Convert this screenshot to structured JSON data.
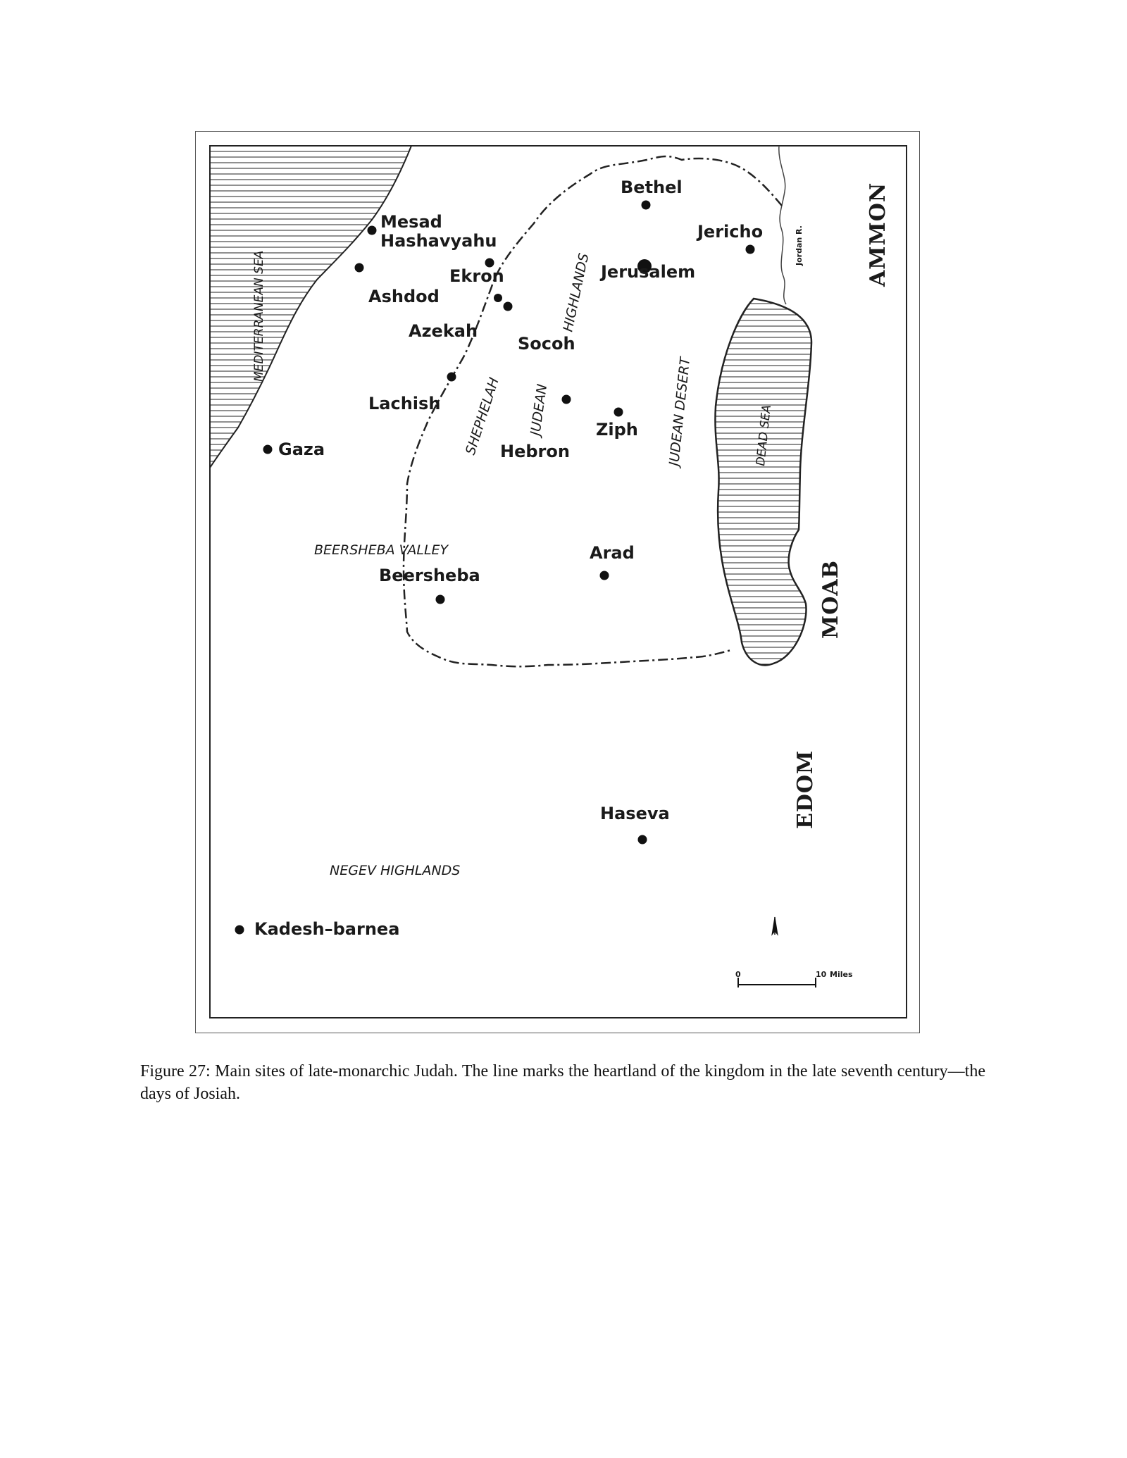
{
  "map": {
    "sites": {
      "mesad": "Mesad",
      "hashavyahu": "Hashavyahu",
      "ekron": "Ekron",
      "ashdod": "Ashdod",
      "azekah": "Azekah",
      "socoh": "Socoh",
      "lachish": "Lachish",
      "gaza": "Gaza",
      "bethel": "Bethel",
      "jericho": "Jericho",
      "jerusalem": "Jerusalem",
      "hebron": "Hebron",
      "ziph": "Ziph",
      "arad": "Arad",
      "beersheba": "Beersheba",
      "haseva": "Haseva",
      "kadesh_barnea": "Kadesh–barnea"
    },
    "regions": {
      "mediterranean_sea": "MEDITERRANEAN SEA",
      "shephelah": "SHEPHELAH",
      "judean": "JUDEAN",
      "highlands": "HIGHLANDS",
      "judean_desert": "JUDEAN DESERT",
      "dead_sea": "DEAD SEA",
      "jordan_river": "Jordan R.",
      "beersheba_valley": "BEERSHEBA VALLEY",
      "negev_highlands": "NEGEV HIGHLANDS"
    },
    "nations": {
      "ammon": "AMMON",
      "moab": "MOAB",
      "edom": "EDOM"
    },
    "scale_bar": {
      "start": "0",
      "end": "10",
      "unit": "Miles"
    }
  },
  "caption": "Figure 27: Main sites of late-monarchic Judah. The line marks the heartland of the kingdom in the late seventh century—the days of Josiah."
}
